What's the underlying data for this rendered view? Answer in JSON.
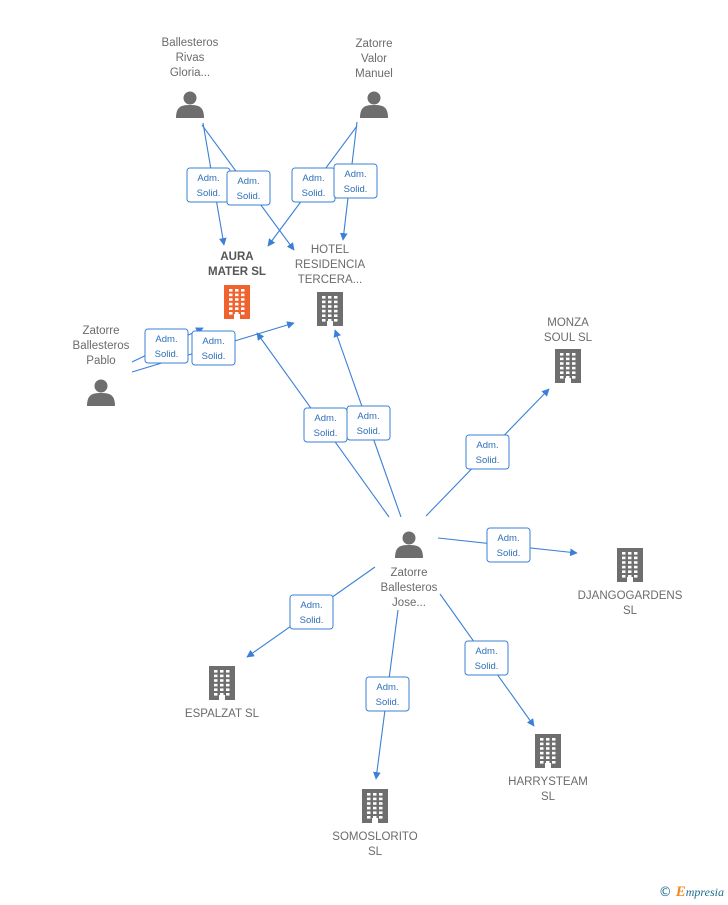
{
  "colors": {
    "edge": "#3b80d6",
    "person": "#6e6e6e",
    "company": "#6e6e6e",
    "main_company": "#f0632e",
    "label_bg": "#ffffff"
  },
  "nodes": [
    {
      "id": "gloria",
      "kind": "person",
      "icon": "person-icon",
      "lines": [
        "Ballesteros",
        "Rivas",
        "Gloria..."
      ],
      "main": false
    },
    {
      "id": "valor",
      "kind": "person",
      "icon": "person-icon",
      "lines": [
        "Zatorre",
        "Valor",
        "Manuel"
      ],
      "main": false
    },
    {
      "id": "pablo",
      "kind": "person",
      "icon": "person-icon",
      "lines": [
        "Zatorre",
        "Ballesteros",
        "Pablo"
      ],
      "main": false
    },
    {
      "id": "jose",
      "kind": "person",
      "icon": "person-icon",
      "lines": [
        "Zatorre",
        "Ballesteros",
        "Jose..."
      ],
      "main": false
    },
    {
      "id": "aura",
      "kind": "company",
      "icon": "building-icon",
      "lines": [
        "AURA",
        "MATER  SL"
      ],
      "main": true
    },
    {
      "id": "hotel",
      "kind": "company",
      "icon": "building-icon",
      "lines": [
        "HOTEL",
        "RESIDENCIA",
        "TERCERA..."
      ],
      "main": false
    },
    {
      "id": "monza",
      "kind": "company",
      "icon": "building-icon",
      "lines": [
        "MONZA",
        "SOUL SL"
      ],
      "main": false
    },
    {
      "id": "django",
      "kind": "company",
      "icon": "building-icon",
      "lines": [
        "DJANGOGARDENS",
        "SL"
      ],
      "main": false
    },
    {
      "id": "espalzat",
      "kind": "company",
      "icon": "building-icon",
      "lines": [
        "ESPALZAT  SL"
      ],
      "main": false
    },
    {
      "id": "somoslorito",
      "kind": "company",
      "icon": "building-icon",
      "lines": [
        "SOMOSLORITO",
        "SL"
      ],
      "main": false
    },
    {
      "id": "harrysteam",
      "kind": "company",
      "icon": "building-icon",
      "lines": [
        "HARRYSTEAM",
        "SL"
      ],
      "main": false
    }
  ],
  "edges": [
    {
      "from": "gloria",
      "to": "aura",
      "label": [
        "Adm.",
        "Solid."
      ]
    },
    {
      "from": "gloria",
      "to": "hotel",
      "label": [
        "Adm.",
        "Solid."
      ]
    },
    {
      "from": "valor",
      "to": "aura",
      "label": [
        "Adm.",
        "Solid."
      ]
    },
    {
      "from": "valor",
      "to": "hotel",
      "label": [
        "Adm.",
        "Solid."
      ]
    },
    {
      "from": "pablo",
      "to": "aura",
      "label": [
        "Adm.",
        "Solid."
      ]
    },
    {
      "from": "pablo",
      "to": "hotel",
      "label": [
        "Adm.",
        "Solid."
      ]
    },
    {
      "from": "jose",
      "to": "aura",
      "label": [
        "Adm.",
        "Solid."
      ]
    },
    {
      "from": "jose",
      "to": "hotel",
      "label": [
        "Adm.",
        "Solid."
      ]
    },
    {
      "from": "jose",
      "to": "monza",
      "label": [
        "Adm.",
        "Solid."
      ]
    },
    {
      "from": "jose",
      "to": "django",
      "label": [
        "Adm.",
        "Solid."
      ]
    },
    {
      "from": "jose",
      "to": "espalzat",
      "label": [
        "Adm.",
        "Solid."
      ]
    },
    {
      "from": "jose",
      "to": "somoslorito",
      "label": [
        "Adm.",
        "Solid."
      ]
    },
    {
      "from": "jose",
      "to": "harrysteam",
      "label": [
        "Adm.",
        "Solid."
      ]
    }
  ],
  "footer": {
    "copyright": "©",
    "brand_initial": "E",
    "brand_rest": "mpresia"
  }
}
